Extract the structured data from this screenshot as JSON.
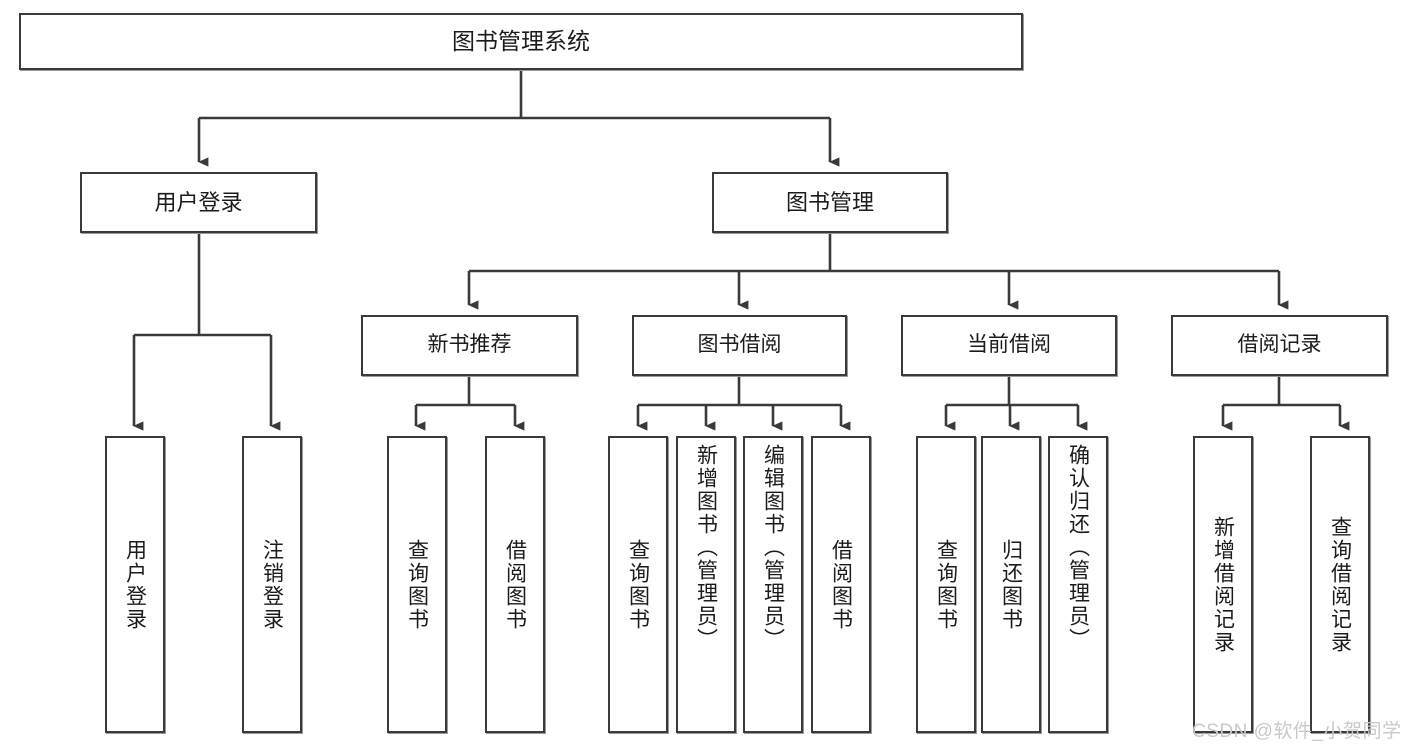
{
  "diagram": {
    "title_node": {
      "label": "图书管理系统"
    },
    "level1": [
      {
        "id": "user-login",
        "label": "用户登录"
      },
      {
        "id": "book-management",
        "label": "图书管理"
      }
    ],
    "level2": [
      {
        "id": "new-book-recommend",
        "label": "新书推荐"
      },
      {
        "id": "book-borrow",
        "label": "图书借阅"
      },
      {
        "id": "current-borrow",
        "label": "当前借阅"
      },
      {
        "id": "borrow-record",
        "label": "借阅记录"
      }
    ],
    "leaves": [
      {
        "id": "leaf-user-login",
        "label": "用户登录",
        "parent": "user-login"
      },
      {
        "id": "leaf-logout",
        "label": "注销登录",
        "parent": "user-login"
      },
      {
        "id": "leaf-query-book-1",
        "label": "查询图书",
        "parent": "new-book-recommend"
      },
      {
        "id": "leaf-borrow-book-1",
        "label": "借阅图书",
        "parent": "new-book-recommend"
      },
      {
        "id": "leaf-query-book-2",
        "label": "查询图书",
        "parent": "book-borrow"
      },
      {
        "id": "leaf-add-book",
        "label": "新增图书（管理员）",
        "parent": "book-borrow"
      },
      {
        "id": "leaf-edit-book",
        "label": "编辑图书（管理员）",
        "parent": "book-borrow"
      },
      {
        "id": "leaf-borrow-book-2",
        "label": "借阅图书",
        "parent": "book-borrow"
      },
      {
        "id": "leaf-query-book-3",
        "label": "查询图书",
        "parent": "current-borrow"
      },
      {
        "id": "leaf-return-book",
        "label": "归还图书",
        "parent": "current-borrow"
      },
      {
        "id": "leaf-confirm-return",
        "label": "确认归还（管理员）",
        "parent": "current-borrow"
      },
      {
        "id": "leaf-add-record",
        "label": "新增借阅记录",
        "parent": "borrow-record"
      },
      {
        "id": "leaf-query-record",
        "label": "查询借阅记录",
        "parent": "borrow-record"
      }
    ],
    "watermark": "CSDN @软件_小贺同学",
    "colors": {
      "stroke": "#3a3a3a",
      "shadow": "#9a9a9a",
      "text": "#1b1b1b",
      "background": "#ffffff",
      "watermark": "#c9c9c9"
    }
  }
}
